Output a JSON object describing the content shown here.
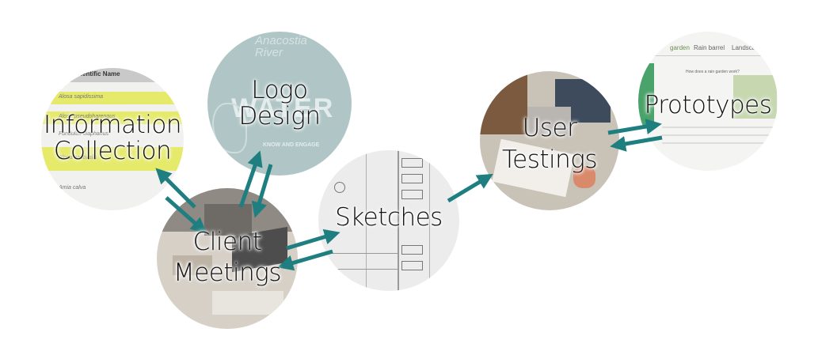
{
  "nodes": {
    "information": {
      "line1": "Information",
      "line2": "Collection"
    },
    "logo": {
      "line1": "Logo",
      "line2": "Design"
    },
    "client": {
      "line1": "Client",
      "line2": "Meetings"
    },
    "sketches": {
      "line1": "Sketches"
    },
    "user": {
      "line1": "User",
      "line2": "Testings"
    },
    "prototypes": {
      "line1": "Prototypes"
    }
  },
  "thumbnails": {
    "info_table_header": "Scientific Name",
    "info_table_rows": [
      "Alosa sapidissima",
      "Alosa pseudoharengus",
      "Fundulus diaphanus",
      "Alosa aestivalis",
      "Amia calva"
    ],
    "logo_text_top": "Anacostia River",
    "logo_text_mid": "WATER",
    "logo_text_bottom": "KNOW AND ENGAGE",
    "proto_nav": [
      "garden",
      "Rain barrel",
      "Landscape"
    ],
    "proto_heading": "How does a rain garden work?"
  },
  "colors": {
    "arrow": "#1f7f80",
    "highlight": "#e6ea6a"
  }
}
